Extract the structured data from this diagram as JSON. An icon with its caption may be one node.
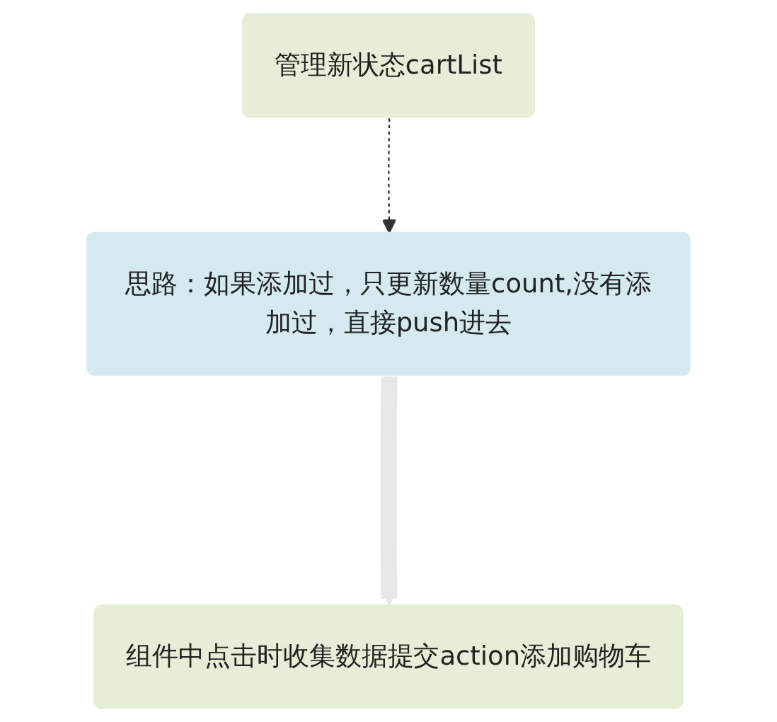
{
  "diagram": {
    "nodes": [
      {
        "text": [
          "管理新状态cartList"
        ]
      },
      {
        "text": [
          "思路：如果添加过，只更新数量count,没有添加过，直接push进去"
        ]
      },
      {
        "text": [
          "组件中点击时收集数据提交action添加购物车"
        ]
      }
    ],
    "edges": [
      {
        "from": 0,
        "to": 1,
        "arrow": "to",
        "style": "dashed"
      },
      {
        "from": 1,
        "to": 2,
        "arrow": "to",
        "style": "thick",
        "color": "#e8e8e8"
      }
    ]
  }
}
